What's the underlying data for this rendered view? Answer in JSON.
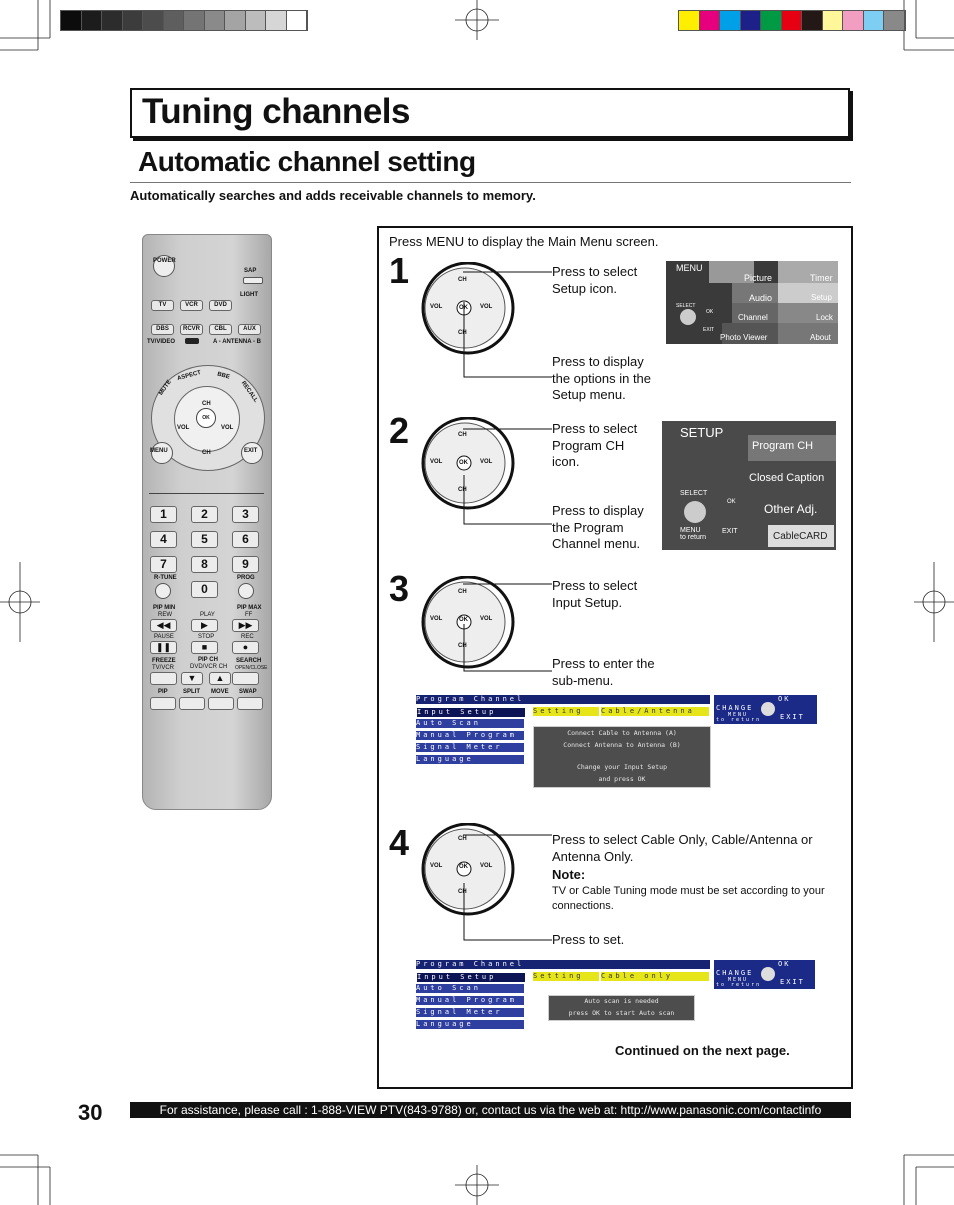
{
  "header": {
    "title": "Tuning channels",
    "subtitle": "Automatic channel setting",
    "lead": "Automatically searches and adds receivable channels to memory."
  },
  "colors": {
    "gray_bar": [
      "#0c0c0c",
      "#1c1c1c",
      "#2c2c2c",
      "#3c3c3c",
      "#4c4c4c",
      "#5e5e5e",
      "#747474",
      "#8a8a8a",
      "#a4a4a4",
      "#bcbcbc",
      "#d6d6d6",
      "#ffffff"
    ],
    "color_bar": [
      "#ffee00",
      "#e6007e",
      "#00a0e9",
      "#1d2088",
      "#009944",
      "#e60012",
      "#231815",
      "#fff799",
      "#f19ec2",
      "#7ecef4",
      "#898989"
    ]
  },
  "remote": {
    "power": "POWER",
    "sap": "SAP",
    "light": "LIGHT",
    "row1": [
      "TV",
      "VCR",
      "DVD"
    ],
    "row2": [
      "DBS",
      "RCVR",
      "CBL",
      "AUX"
    ],
    "tvvideo": "TV/VIDEO",
    "antenna": "A - ANTENNA - B",
    "arc": [
      "MUTE",
      "ASPECT",
      "BBE",
      "RECALL"
    ],
    "ch": "CH",
    "vol": "VOL",
    "ok": "OK",
    "menu": "MENU",
    "exit": "EXIT",
    "numbers": [
      "1",
      "2",
      "3",
      "4",
      "5",
      "6",
      "7",
      "8",
      "9",
      "0"
    ],
    "rtune": "R-TUNE",
    "prog": "PROG",
    "pipmin": "PIP MIN",
    "pipmax": "PIP MAX",
    "rew": "REW",
    "play": "PLAY",
    "ff": "FF",
    "pause": "PAUSE",
    "stop": "STOP",
    "rec": "REC",
    "freeze": "FREEZE",
    "tvvcr": "TV/VCR",
    "pipch": "PIP CH",
    "dvdvcrch": "DVD/VCR CH",
    "search": "SEARCH",
    "openclose": "OPEN/CLOSE",
    "bottom": [
      "PIP",
      "SPLIT",
      "MOVE",
      "SWAP"
    ]
  },
  "intro": "Press MENU to display the Main Menu screen.",
  "dial": {
    "ch": "CH",
    "vol": "VOL",
    "ok": "OK"
  },
  "steps": {
    "s1": {
      "num": "1",
      "a": "Press to select Setup icon.",
      "b": "Press to display the options in the Setup menu."
    },
    "s2": {
      "num": "2",
      "a": "Press to select Program CH icon.",
      "b": "Press to display the Program Channel menu."
    },
    "s3": {
      "num": "3",
      "a": "Press to select Input Setup.",
      "b": "Press to enter the sub-menu."
    },
    "s4": {
      "num": "4",
      "a": "Press to select Cable Only, Cable/Antenna or Antenna Only.",
      "note_title": "Note:",
      "note": "TV or Cable Tuning mode must be set according to your connections.",
      "b": "Press to set."
    }
  },
  "main_menu": {
    "title": "MENU",
    "picture": "Picture",
    "timer": "Timer",
    "audio": "Audio",
    "setup": "Setup",
    "channel": "Channel",
    "lock": "Lock",
    "photo": "Photo Viewer",
    "about": "About",
    "select": "SELECT",
    "ok": "OK",
    "exit": "EXIT"
  },
  "setup_menu": {
    "title": "SETUP",
    "program": "Program CH",
    "closed": "Closed Caption",
    "other": "Other Adj.",
    "cable": "CableCARD",
    "select": "SELECT",
    "ok": "OK",
    "menu": "MENU",
    "to_return": "to return",
    "exit": "EXIT"
  },
  "program_menu": {
    "header": "Program Channel",
    "items": [
      "Input Setup",
      "Auto Scan",
      "Manual Program",
      "Signal Meter",
      "Language"
    ],
    "change": "CHANGE",
    "ok": "OK",
    "menu": "MENU",
    "to_return": "to return",
    "exit": "EXIT"
  },
  "menu3": {
    "setting": "Setting",
    "value": "Cable/Antenna",
    "info": [
      "Connect Cable to Antenna (A)",
      "Connect Antenna to Antenna (B)",
      "",
      "Change your Input Setup",
      "and press OK"
    ]
  },
  "menu4": {
    "setting": "Setting",
    "value": "Cable only",
    "info": [
      "Auto scan is needed",
      "press OK to start Auto scan"
    ]
  },
  "continued": "Continued on the next page.",
  "footer": "For assistance, please call : 1-888-VIEW PTV(843-9788) or, contact us via the web at: http://www.panasonic.com/contactinfo",
  "page_number": "30"
}
